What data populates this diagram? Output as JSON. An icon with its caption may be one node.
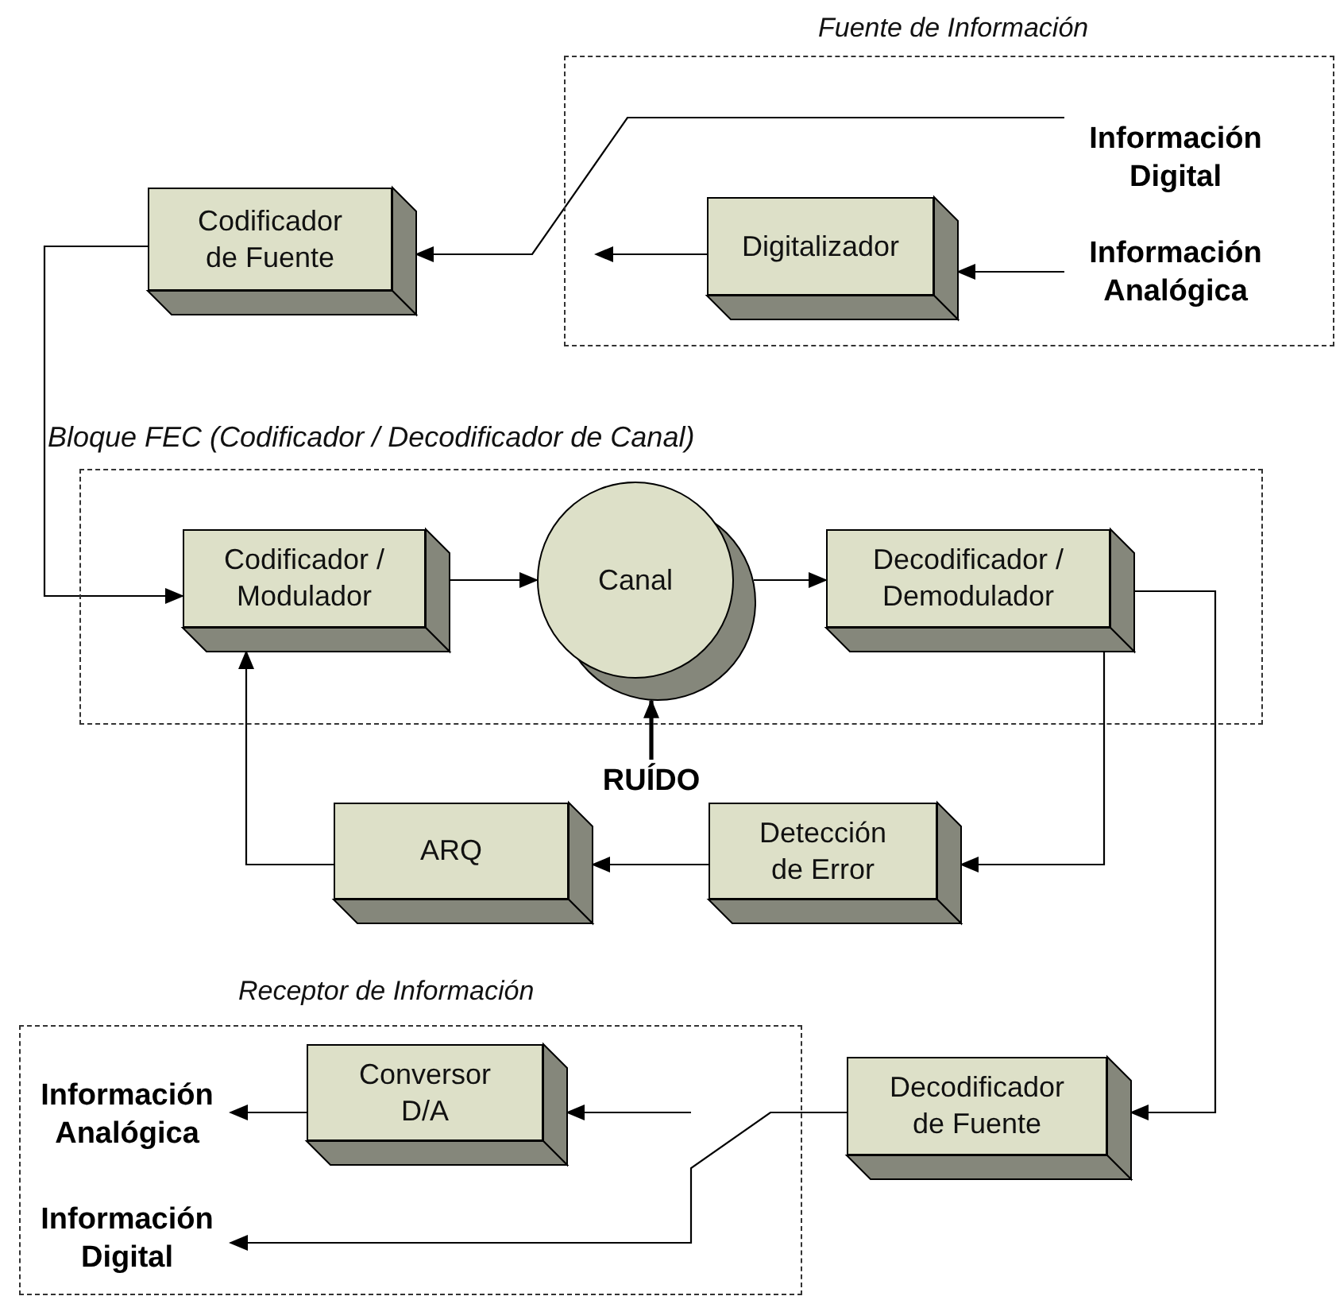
{
  "diagram": {
    "nodes": [
      {
        "text": [
          "Fuente de Información"
        ]
      },
      {
        "text": [
          "Información Digital"
        ],
        "in": 0
      },
      {
        "text": [
          "Digitalizador"
        ],
        "in": 0
      },
      {
        "text": [
          "Información Analógica"
        ],
        "in": 0
      },
      {
        "text": [
          "Codificador de Fuente"
        ]
      },
      {
        "text": [
          "Bloque FEC (Codificador / Decodificador de Canal)"
        ]
      },
      {
        "text": [
          "Codificador / Modulador"
        ],
        "in": 5
      },
      {
        "text": [
          "Canal"
        ],
        "in": 5
      },
      {
        "text": [
          "Decodificador / Demodulador"
        ],
        "in": 5
      },
      {
        "text": [
          "RUÍDO"
        ]
      },
      {
        "text": [
          "ARQ"
        ]
      },
      {
        "text": [
          "Detección de Error"
        ]
      },
      {
        "text": [
          "Receptor de Información"
        ]
      },
      {
        "text": [
          "Conversor D/A"
        ],
        "in": 12
      },
      {
        "text": [
          "Información Analógica"
        ],
        "in": 12
      },
      {
        "text": [
          "Información Digital"
        ],
        "in": 12
      },
      {
        "text": [
          "Decodificador de Fuente"
        ]
      }
    ],
    "edges": [
      {
        "from": 1,
        "to": 4,
        "arrow": "to"
      },
      {
        "from": 3,
        "to": 2,
        "arrow": "to"
      },
      {
        "from": 2,
        "to": null,
        "arrow": "to"
      },
      {
        "from": 4,
        "to": 6,
        "arrow": "to"
      },
      {
        "from": 6,
        "to": 7,
        "arrow": "to"
      },
      {
        "from": 7,
        "to": 8,
        "arrow": "to"
      },
      {
        "from": 9,
        "to": 7,
        "arrow": "to",
        "style": "thick"
      },
      {
        "from": 8,
        "to": 11,
        "arrow": "to"
      },
      {
        "from": 11,
        "to": 10,
        "arrow": "to"
      },
      {
        "from": 10,
        "to": 6,
        "arrow": "to"
      },
      {
        "from": 8,
        "to": 16,
        "arrow": "to"
      },
      {
        "from": 16,
        "to": 15,
        "arrow": "to"
      },
      {
        "from": null,
        "to": 13,
        "arrow": "to"
      },
      {
        "from": 13,
        "to": 14,
        "arrow": "to"
      }
    ]
  }
}
